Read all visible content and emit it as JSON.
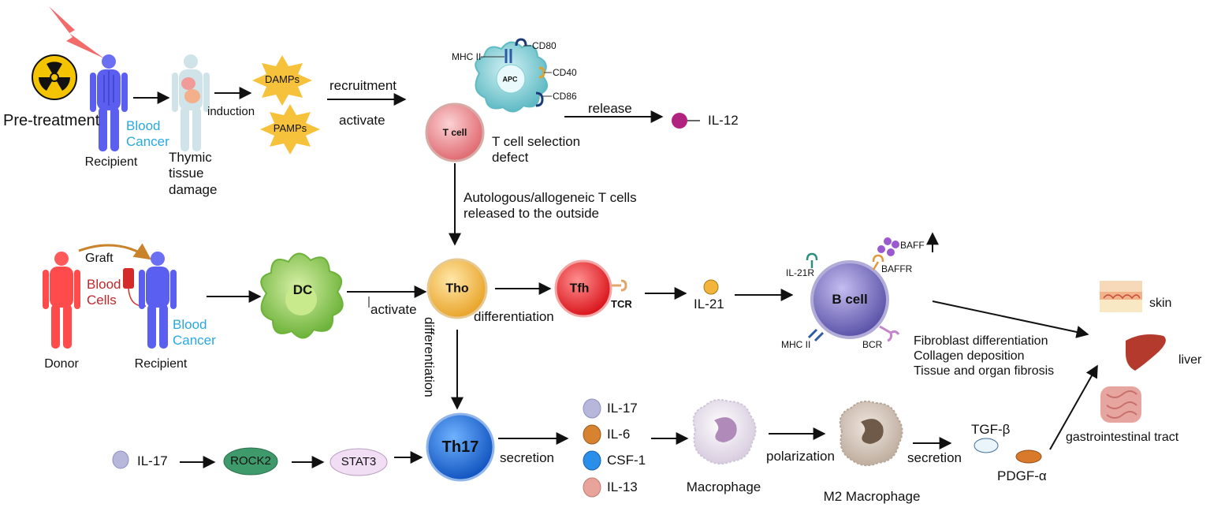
{
  "colors": {
    "blood_cancer_text": "#29a9e0",
    "blood_cells_text": "#c0272d",
    "recipient_body": "#5a5ff0",
    "donor_body": "#ff4b4b",
    "tcell": "#e3747a",
    "tho": "#f0b23c",
    "tfh": "#e8262b",
    "th17": "#1d6fd6",
    "bcell": "#6a63b8",
    "dc": "#7cc242",
    "apc": "#6cc6cf",
    "rock2": "#3f9a6b",
    "stat3": "#f1ddf4",
    "il17": "#b7b7dc",
    "il6": "#d6822e",
    "csf1": "#2a8fe8",
    "il13": "#e8a49b",
    "il12": "#b0237f",
    "il21": "#f2b43a",
    "tgfb": "#eaf4fb",
    "pdgfa": "#d97a2b"
  },
  "icons": [
    "radiation-icon",
    "lightning-icon",
    "human-body-icon",
    "thymus-body-icon",
    "blood-bag-icon",
    "skin-icon",
    "liver-icon",
    "intestine-icon"
  ],
  "top_row": {
    "pretreatment": "Pre-treatment",
    "blood_cancer": "Blood\nCancer",
    "recipient": "Recipient",
    "thymic_damage": "Thymic\ntissue\ndamage",
    "induction": "induction",
    "damps": "DAMPs",
    "pamps": "PAMPs",
    "recruitment": "recruitment",
    "activate": "activate",
    "apc": "APC",
    "mhc2": "MHC II",
    "cd80": "CD80",
    "cd40": "CD40",
    "cd86": "CD86",
    "tcell": "T cell",
    "release": "release",
    "il12": "IL-12",
    "tcell_defect": "T cell selection\ndefect",
    "autologous": "Autologous/allogeneic T cells\nreleased to the outside"
  },
  "mid_row": {
    "donor": "Donor",
    "graft": "Graft",
    "blood_cells": "Blood\nCells",
    "blood_cancer": "Blood\nCancer",
    "recipient": "Recipient",
    "dc": "DC",
    "activate": "activate",
    "tho": "Tho",
    "differentiation_h": "differentiation",
    "differentiation_v": "differentiation",
    "tfh": "Tfh",
    "tcr": "TCR",
    "il21": "IL-21",
    "il21r": "IL-21R",
    "baff": "BAFF",
    "baffr": "BAFFR",
    "bcell": "B cell",
    "mhc2": "MHC II",
    "bcr": "BCR",
    "fibrosis": "Fibroblast differentiation\nCollagen deposition\nTissue and organ fibrosis",
    "skin": "skin",
    "liver": "liver",
    "gi": "gastrointestinal tract"
  },
  "bottom_row": {
    "il17": "IL-17",
    "rock2": "ROCK2",
    "stat3": "STAT3",
    "th17": "Th17",
    "secretion1": "secretion",
    "cytokines": [
      "IL-17",
      "IL-6",
      "CSF-1",
      "IL-13"
    ],
    "macrophage": "Macrophage",
    "polarization": "polarization",
    "m2": "M2 Macrophage",
    "secretion2": "secretion",
    "tgfb": "TGF-β",
    "pdgfa": "PDGF-α"
  }
}
